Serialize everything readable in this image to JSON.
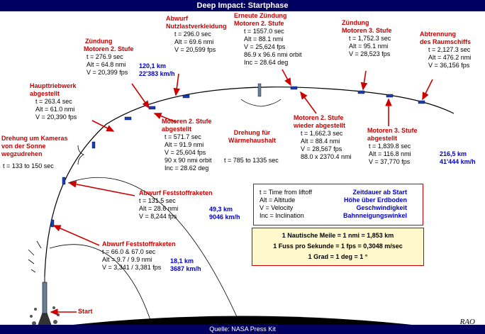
{
  "title": "Deep Impact: Startphase",
  "source": "Quelle: NASA Press Kit",
  "signature": "RAO",
  "events": {
    "start": {
      "label": "Start"
    },
    "srb1": {
      "label": "Abwurf Feststoffraketen",
      "t": "t = 66.0 & 67.0 sec",
      "alt": "Alt = 9.7 / 9.9 nmi",
      "v": "V = 3,341 / 3,381 fps",
      "alt_km": "18,1 km",
      "v_kmh": "3687 km/h"
    },
    "srb2": {
      "label": "Abwurf Feststoffraketen",
      "t": "t = 131.5 sec",
      "alt": "Alt = 28.6  nmi",
      "v": "V = 8,244 fps",
      "alt_km": "49,3 km",
      "v_kmh": "9046 km/h"
    },
    "rotation": {
      "label1": "Drehung um Kameras",
      "label2": "von der Sonne",
      "label3": "wegzudrehen",
      "t": "t = 133 to 150 sec"
    },
    "meco": {
      "label1": "Haupttriebwerk",
      "label2": "abgestellt",
      "t": "t = 263.4 sec",
      "alt": "Alt = 61.0 nmi",
      "v": "V = 20,390 fps"
    },
    "ign2": {
      "label1": "Zündung",
      "label2": "Motoren 2. Stufe",
      "t": "t = 276.9 sec",
      "alt": "Alt = 64.8 nmi",
      "v": "V = 20,399 fps",
      "alt_km": "120,1 km",
      "v_kmh": "22'383 km/h"
    },
    "fairing": {
      "label1": "Abwurf",
      "label2": "Nutzlastverkleidung",
      "t": "t = 296.0 sec",
      "alt": "Alt = 69.6 nmi",
      "v": "V = 20,599 fps"
    },
    "seco1": {
      "label1": "Motoren 2. Stufe",
      "label2": "abgestellt",
      "t": "t = 571.7 sec",
      "alt": "Alt = 91.9 nmi",
      "v": "V = 25,604 fps",
      "orbit": "90 x 90 nmi orbit",
      "inc": "Inc = 28.62 deg"
    },
    "thermal": {
      "label1": "Drehung für",
      "label2": "Wärmehaushalt",
      "t": "t = 785 to 1335 sec"
    },
    "reign2": {
      "label1": "Erneute Zündung",
      "label2": "Motoren 2. Stufe",
      "t": "t = 1557.0 sec",
      "alt": "Alt = 88.1 nmi",
      "v": "V = 25,624 fps",
      "orbit": "86.9 x 96.6 nmi orbit",
      "inc": "Inc = 28.64 deg"
    },
    "seco2": {
      "label1": "Motoren 2. Stufe",
      "label2": "wieder abgestellt",
      "t": "t = 1,662.3 sec",
      "alt": "Alt = 88.4 nmi",
      "v": "V = 28,567 fps",
      "orbit": "88.0 x 2370.4 nmi"
    },
    "ign3": {
      "label1": "Zündung",
      "label2": "Motoren 3. Stufe",
      "t": "t = 1,752.3 sec",
      "alt": "Alt = 95.1 nmi",
      "v": "V = 28,523 fps"
    },
    "tco": {
      "label1": "Motoren 3. Stufe",
      "label2": "abgestellt",
      "t": "t = 1,839.8 sec",
      "alt": "Alt = 116.8 nmi",
      "v": "V = 37,770 fps",
      "alt_km": "216,5 km",
      "v_kmh": "41'444 km/h"
    },
    "sep": {
      "label1": "Abtrennung",
      "label2": "des Raumschiffs",
      "t": "t = 2,127.3 sec",
      "alt": "Alt = 476.2 nmi",
      "v": "V = 36,156 fps"
    }
  },
  "legend": {
    "l1": "t = Time from liftoff",
    "r1": "Zeitdauer ab Start",
    "l2": "Alt = Altitude",
    "r2": "Höhe über Erdboden",
    "l3": "V = Velocity",
    "r3": "Geschwindigkeit",
    "l4": "Inc = Inclination",
    "r4": "Bahnneigungswinkel"
  },
  "conversions": {
    "c1": "1 Nautische Meile = 1 nmi = 1,853 km",
    "c2": "1 Fuss pro Sekunde = 1 fps = 0,3048 m/sec",
    "c3": "1 Grad = 1 deg = 1 °"
  },
  "colors": {
    "heading": "#cc0000",
    "metric": "#0000cc",
    "bar": "#000060",
    "earth": "#000000"
  }
}
